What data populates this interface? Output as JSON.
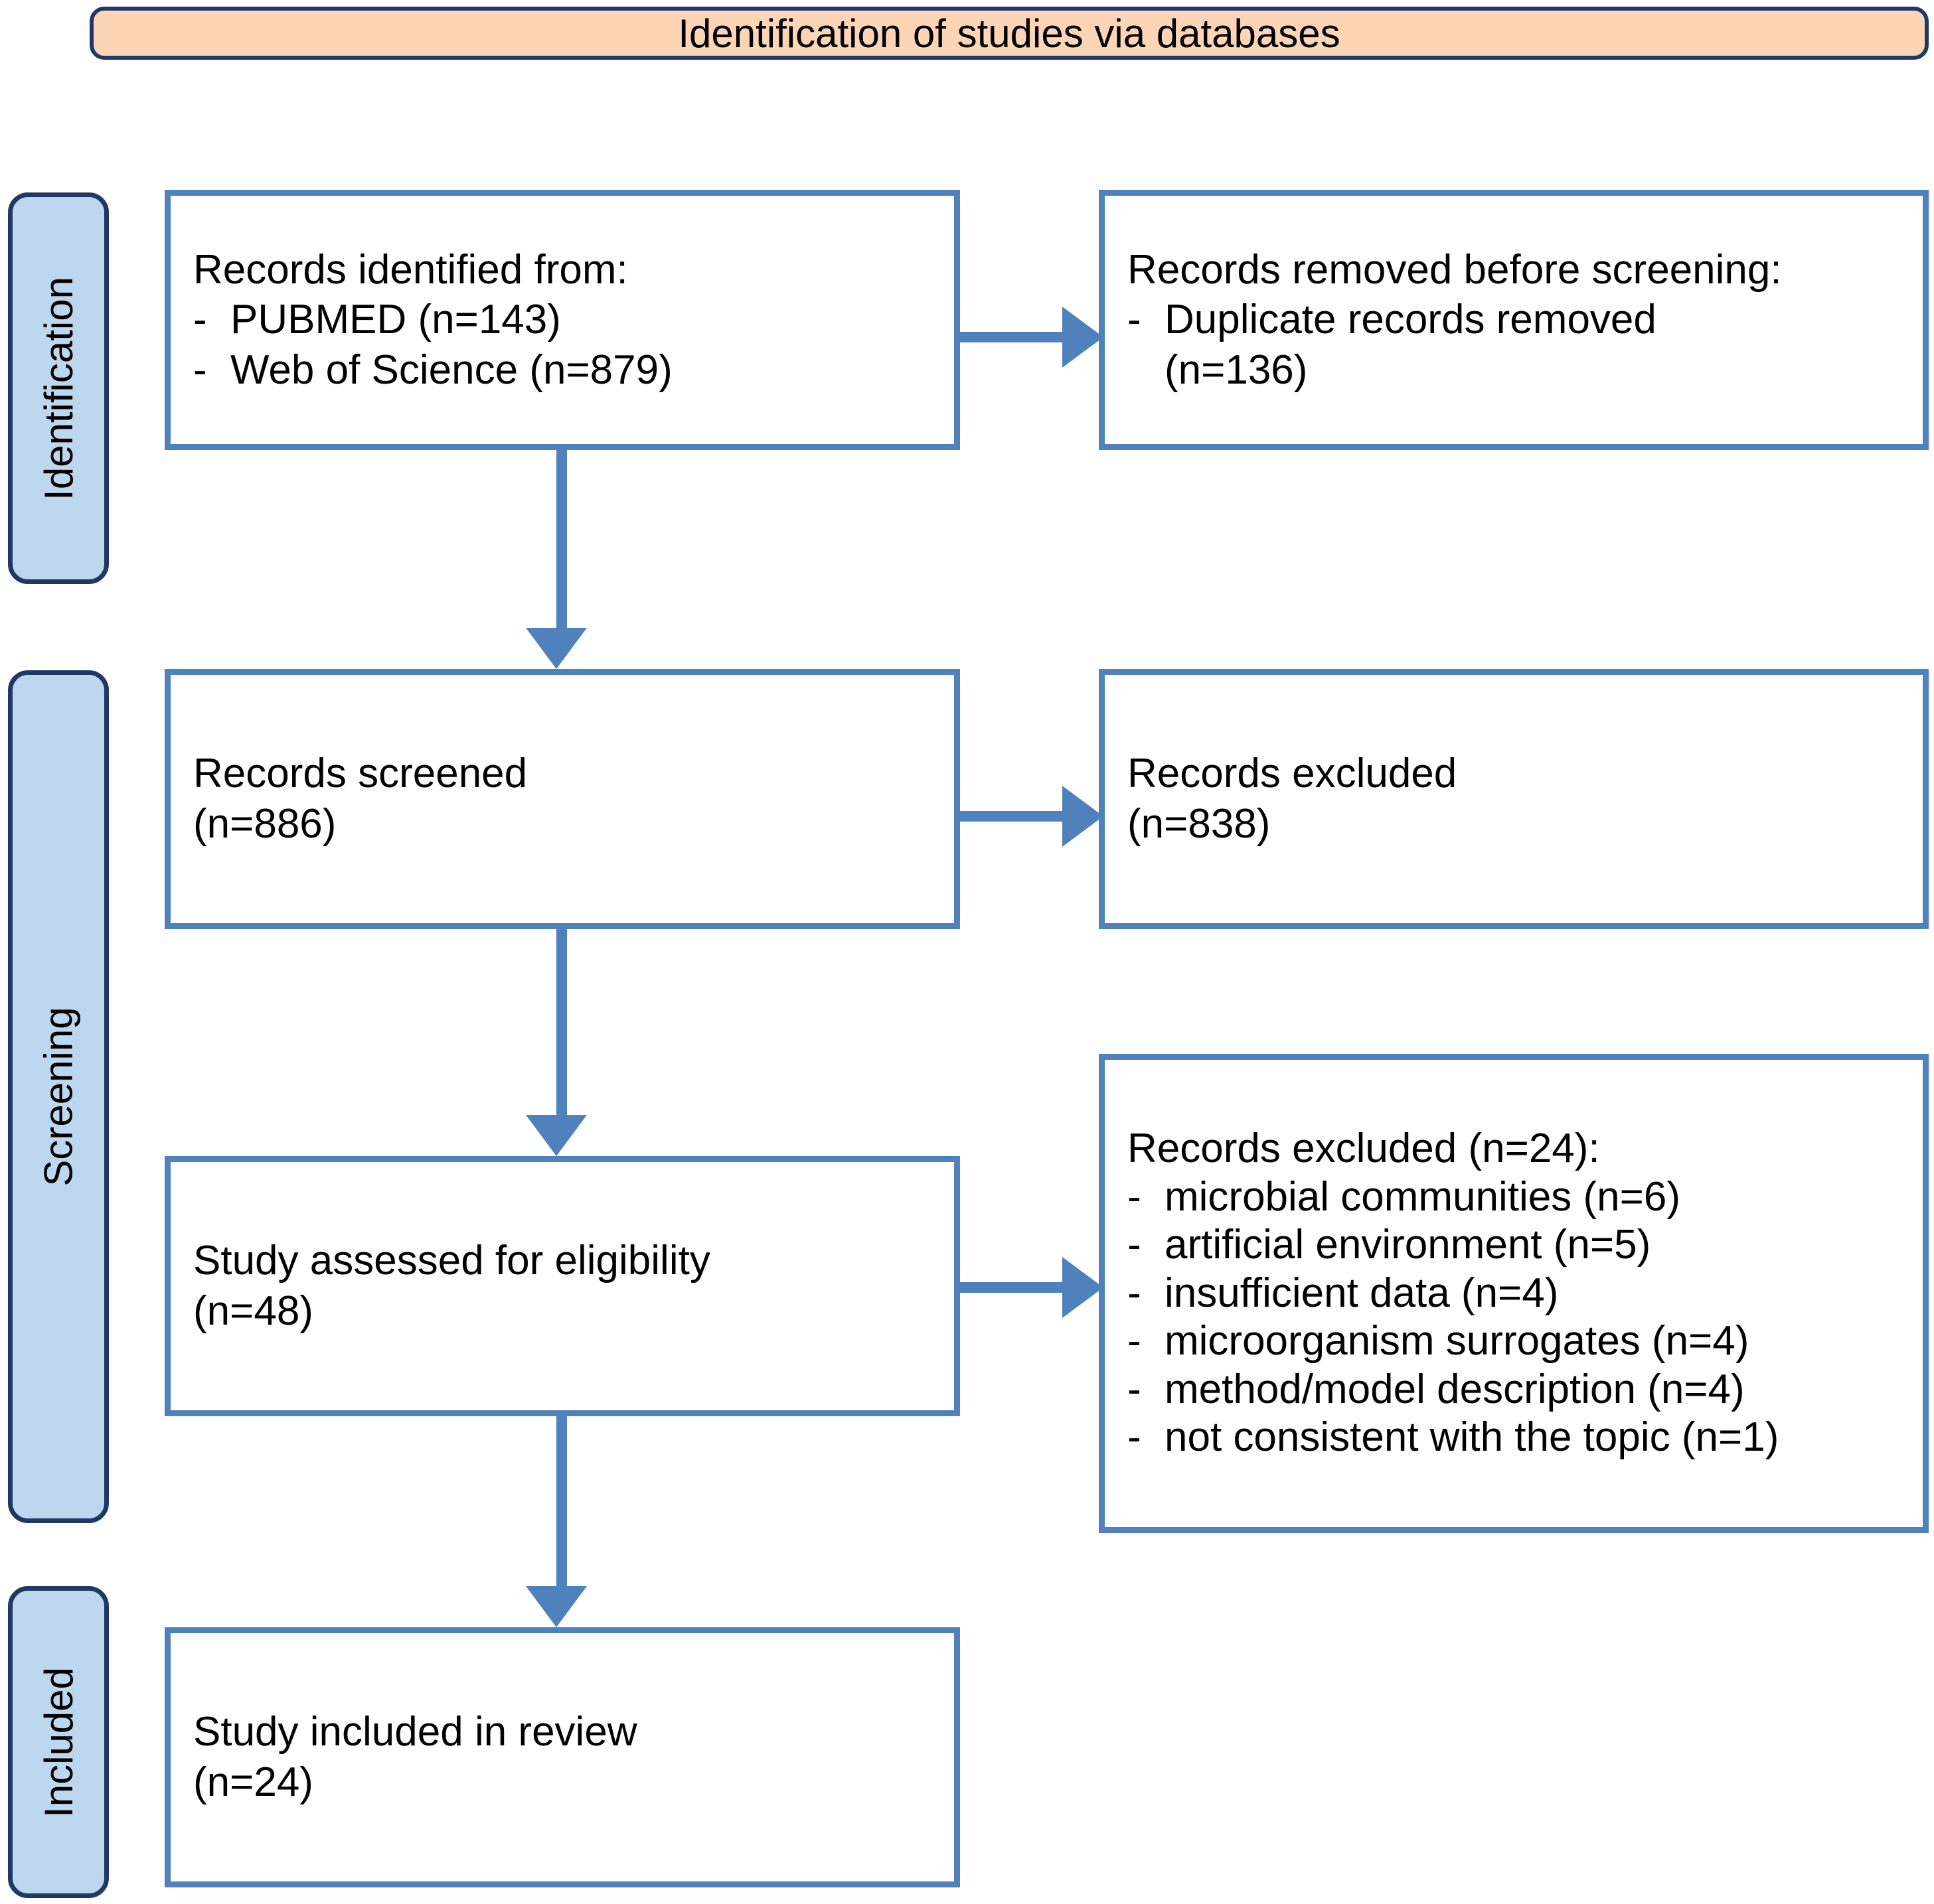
{
  "header": {
    "title": "Identification of studies via databases"
  },
  "stages": [
    {
      "label": "Identification"
    },
    {
      "label": "Screening"
    },
    {
      "label": "Included"
    }
  ],
  "boxes": {
    "identified": {
      "heading": "Records identified from:",
      "items": [
        "PUBMED (n=143)",
        "Web of Science (n=879)"
      ]
    },
    "removed": {
      "heading": "Records removed before screening:",
      "item_line1": "Duplicate records removed",
      "item_line2": "(n=136)"
    },
    "screened": {
      "line1": "Records screened",
      "line2": "(n=886)"
    },
    "excluded": {
      "line1": "Records excluded",
      "line2": "(n=838)"
    },
    "eligibility": {
      "line1": "Study assessed for eligibility",
      "line2": "(n=48)"
    },
    "excluded_reasons": {
      "heading": "Records excluded (n=24):",
      "items": [
        "microbial communities (n=6)",
        "artificial environment (n=5)",
        "insufficient data (n=4)",
        "microorganism surrogates (n=4)",
        "method/model description (n=4)",
        "not consistent with the topic (n=1)"
      ]
    },
    "included": {
      "line1": "Study included in review",
      "line2": "(n=24)"
    }
  },
  "symbols": {
    "dash": "-"
  },
  "colors": {
    "header_fill": "#fbd5b5",
    "header_border": "#1f3864",
    "band_fill": "#bdd7ee",
    "band_border": "#1f3864",
    "box_border": "#4f81bd",
    "connector": "#4f81bd",
    "text": "#000000"
  }
}
